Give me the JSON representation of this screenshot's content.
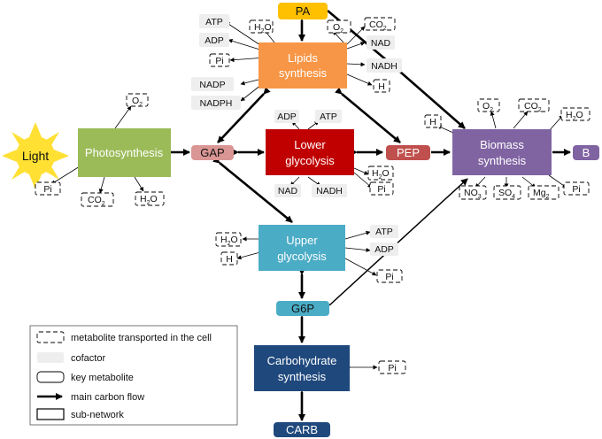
{
  "subnetworks": {
    "photosynthesis": "Photosynthesis",
    "lipids_line1": "Lipids",
    "lipids_line2": "synthesis",
    "lower_line1": "Lower",
    "lower_line2": "glycolysis",
    "biomass_line1": "Biomass",
    "biomass_line2": "synthesis",
    "upper_line1": "Upper",
    "upper_line2": "glycolysis",
    "carb_line1": "Carbohydrate",
    "carb_line2": "synthesis"
  },
  "key_metabolites": {
    "pa": "PA",
    "gap": "GAP",
    "pep": "PEP",
    "b": "B",
    "g6p": "G6P",
    "carb": "CARB",
    "light": "Light"
  },
  "metabolites": {
    "o2": "O",
    "co2": "CO",
    "h2o": "H",
    "h2o_tail": "O",
    "sub2": "2",
    "sub3": "3",
    "sub4": "4",
    "pi": "Pi",
    "h": "H",
    "no3": "NO",
    "so4": "SO",
    "mg": "Mg",
    "atp": "ATP",
    "adp": "ADP",
    "nad": "NAD",
    "nadh": "NADH",
    "nadp": "NADP",
    "nadph": "NADPH"
  },
  "legend": {
    "transported": "metabolite transported in the cell",
    "cofactor": "cofactor",
    "key_metabolite": "key metabolite",
    "main_flow": "main carbon flow",
    "subnetwork": "sub-network"
  },
  "colors": {
    "photosynthesis": "#9bbb59",
    "lipids": "#f79646",
    "lower": "#c00000",
    "biomass": "#8064a2",
    "upper": "#4bacc6",
    "carb": "#1f497d",
    "pa": "#ffc000",
    "gap": "#d99694",
    "pep": "#c0504d",
    "b": "#8064a2",
    "g6p": "#4bacc6",
    "carbkey": "#1f497d",
    "sun": "#ffe033",
    "cofactor": "#eeeeee"
  }
}
